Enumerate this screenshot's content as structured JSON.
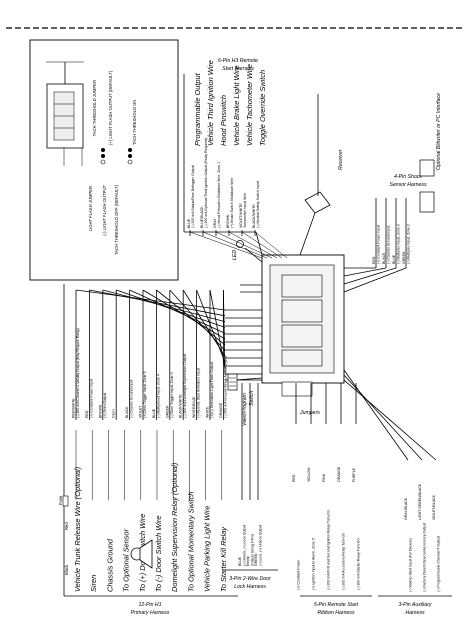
{
  "harness_12pin": {
    "title": "12-Pin H1",
    "subtitle": "Primary Harness",
    "wires": [
      {
        "color": "RED/WHITE",
        "func": "(-) 200 mA Channel 2 Validity Output (May Require Relay)"
      },
      {
        "color": "RED",
        "func": "(+) Constant Power Input"
      },
      {
        "color": "BROWN",
        "func": "(+) Siren Output"
      },
      {
        "color": "Open",
        "func": ""
      },
      {
        "color": "BLACK",
        "func": "(-) Chassis Ground Input"
      },
      {
        "color": "VIOLET",
        "func": "(+) Door Trigger Input, Zone 3"
      },
      {
        "color": "BLUE",
        "func": "(-) Multiplexed Input, Zone 4"
      },
      {
        "color": "GREEN",
        "func": "(-) Door Trigger Input, Zone 3"
      },
      {
        "color": "BLACK/WHITE",
        "func": "(-) 200 mA Domelight Supervision Output"
      },
      {
        "color": "WHITE/BLUE",
        "func": "(-) Remote Start Activation Input"
      },
      {
        "color": "WHITE",
        "func": "(+)/(-) Selectable Light Flash Output"
      },
      {
        "color": "ORANGE",
        "func": "(-) 500 mA Ground-When-Armed Output"
      }
    ],
    "devices": [
      "Vehicle Trunk Release Wire (Optional)",
      "Siren",
      "Chassis Ground",
      "To Optional Sensor",
      "To (+) Door Switch Wire",
      "To (-) Door Switch Wire",
      "Domelight Supervision Relay (Optional)",
      "To Optional Momentary Switch",
      "Vehicle Parking Light Wire",
      "To Starter Kill Relay"
    ],
    "part_labels": {
      "red": "Red",
      "black": "Black",
      "fuse": "Fuse"
    }
  },
  "harness_3pin": {
    "title": "3-Pin 2-Wire Door",
    "subtitle": "Lock Harness",
    "wires": [
      {
        "color": "BLUE",
        "func": "(-) Unlock, (+) Lock Output"
      },
      {
        "color": "Empty",
        "func": "(Unless Using 6-Pin)"
      },
      {
        "color": "GREEN",
        "func": "(-) Lock, (+) Unlock Output"
      }
    ]
  },
  "harness_5pin": {
    "title": "5-Pin Remote Start",
    "subtitle": "Ribbon Harness",
    "wires": [
      {
        "color": "RED",
        "func": "(+) Constant Power"
      },
      {
        "color": "YELLOW",
        "func": "(+) Ignition Input to Alarm, Zone 5"
      },
      {
        "color": "PINK",
        "func": "(-) 200 mA First and Second Ignition Relay Turn-On"
      },
      {
        "color": "ORANGE",
        "func": "(-) 200 mA Accessory Relay Turn-On"
      },
      {
        "color": "PURPLE",
        "func": "(-) 200 mA Starter Relay Turn-On"
      }
    ]
  },
  "harness_3pin_aux": {
    "title": "3-Pin Auxiliary",
    "subtitle": "Harness",
    "wires": [
      {
        "color": "GRAY/BLACK",
        "func": "(-) Wait-to-Start Input (For Diesels)"
      },
      {
        "color": "LIGHT GREEN/BLACK",
        "func": "(-) Factory Disarm/Special Accessory Output"
      },
      {
        "color": "VIOLET/BLACK",
        "func": "(-) Programmable Channel 4 Output"
      }
    ]
  },
  "harness_6pin": {
    "title": "6-Pin H3 Remote",
    "subtitle": "Start Harness",
    "wires": [
      {
        "color": "BLUE",
        "func": "(-) 200 mA Status/Rear Defogger Output"
      },
      {
        "color": "BLUE/BLACK",
        "func": "(-) 200 mA Optional Third Ignition Output (Relay Required)"
      },
      {
        "color": "GRAY",
        "func": "(-) Hood Pinswitch Shutdown Wire, Zone 1"
      },
      {
        "color": "BROWN",
        "func": "(+) Brake Switch Shutdown Wire"
      },
      {
        "color": "VIOLET/WHITE",
        "func": "Tachometer Input Wire"
      },
      {
        "color": "BLACK/WHITE",
        "func": "(-) Neutral Safety Switch Input"
      }
    ],
    "devices": [
      "Programmable Output",
      "Vehicle Third Ignition Wire",
      "Hood Pinswitch",
      "Vehicle Brake Light Wire",
      "Vehicle Tachometer Wire",
      "Toggle Override Switch"
    ]
  },
  "harness_4pin": {
    "title": "4-Pin Shock",
    "subtitle": "Sensor Harness",
    "wires": [
      {
        "color": "RED",
        "func": "(+) Constant Power Input"
      },
      {
        "color": "BLACK",
        "func": "(-) Chassis Ground Input"
      },
      {
        "color": "BLUE",
        "func": "(-) Multiplex Input, Zone 2"
      },
      {
        "color": "GREEN",
        "func": "(-) Multiplex Input, Zone 2"
      }
    ]
  },
  "labels": {
    "receiver": "Receiver",
    "led": "LED",
    "valet": "Valet/Program",
    "valet2": "Switch",
    "jumpers": "Jumpers",
    "blitz": "Optional Blitwriter or PC Interface",
    "tach_jumper": "TACH THRESHOLD JUMPER",
    "light_flash_jumper": "LIGHT FLASH JUMPER",
    "flash_minus": "(-) LIGHT FLASH OUTPUT",
    "flash_plus": "(+) LIGHT FLASH OUTPUT (DEFAULT)",
    "tach_off": "TACH THRESHOLD OFF (DEFAULT)",
    "tach_on": "TACH THRESHOLD ON"
  }
}
